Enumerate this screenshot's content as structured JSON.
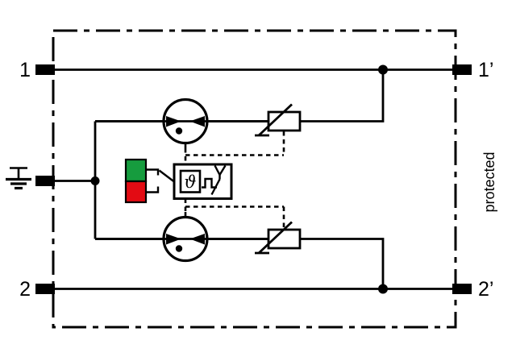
{
  "diagram": {
    "kind": "surge-protective-device-circuit",
    "terminals": {
      "t1": "1",
      "t1_prime": "1’",
      "t2": "2",
      "t2_prime": "2’"
    },
    "labels": {
      "protected_side": "protected",
      "thermal_symbol": "ϑ"
    },
    "colors": {
      "status_ok_green": "#169c3e",
      "status_fault_red": "#e30b13",
      "line_black": "#000000",
      "background": "#ffffff"
    },
    "components": [
      {
        "name": "gas-discharge-tube",
        "instances": 2
      },
      {
        "name": "varistor",
        "instances": 2
      },
      {
        "name": "thermal-disconnect-device",
        "symbol": "ϑ"
      },
      {
        "name": "status-indicator",
        "states": [
          "ok-green",
          "fault-red"
        ]
      },
      {
        "name": "earth-terminal",
        "instances": 1
      }
    ]
  }
}
